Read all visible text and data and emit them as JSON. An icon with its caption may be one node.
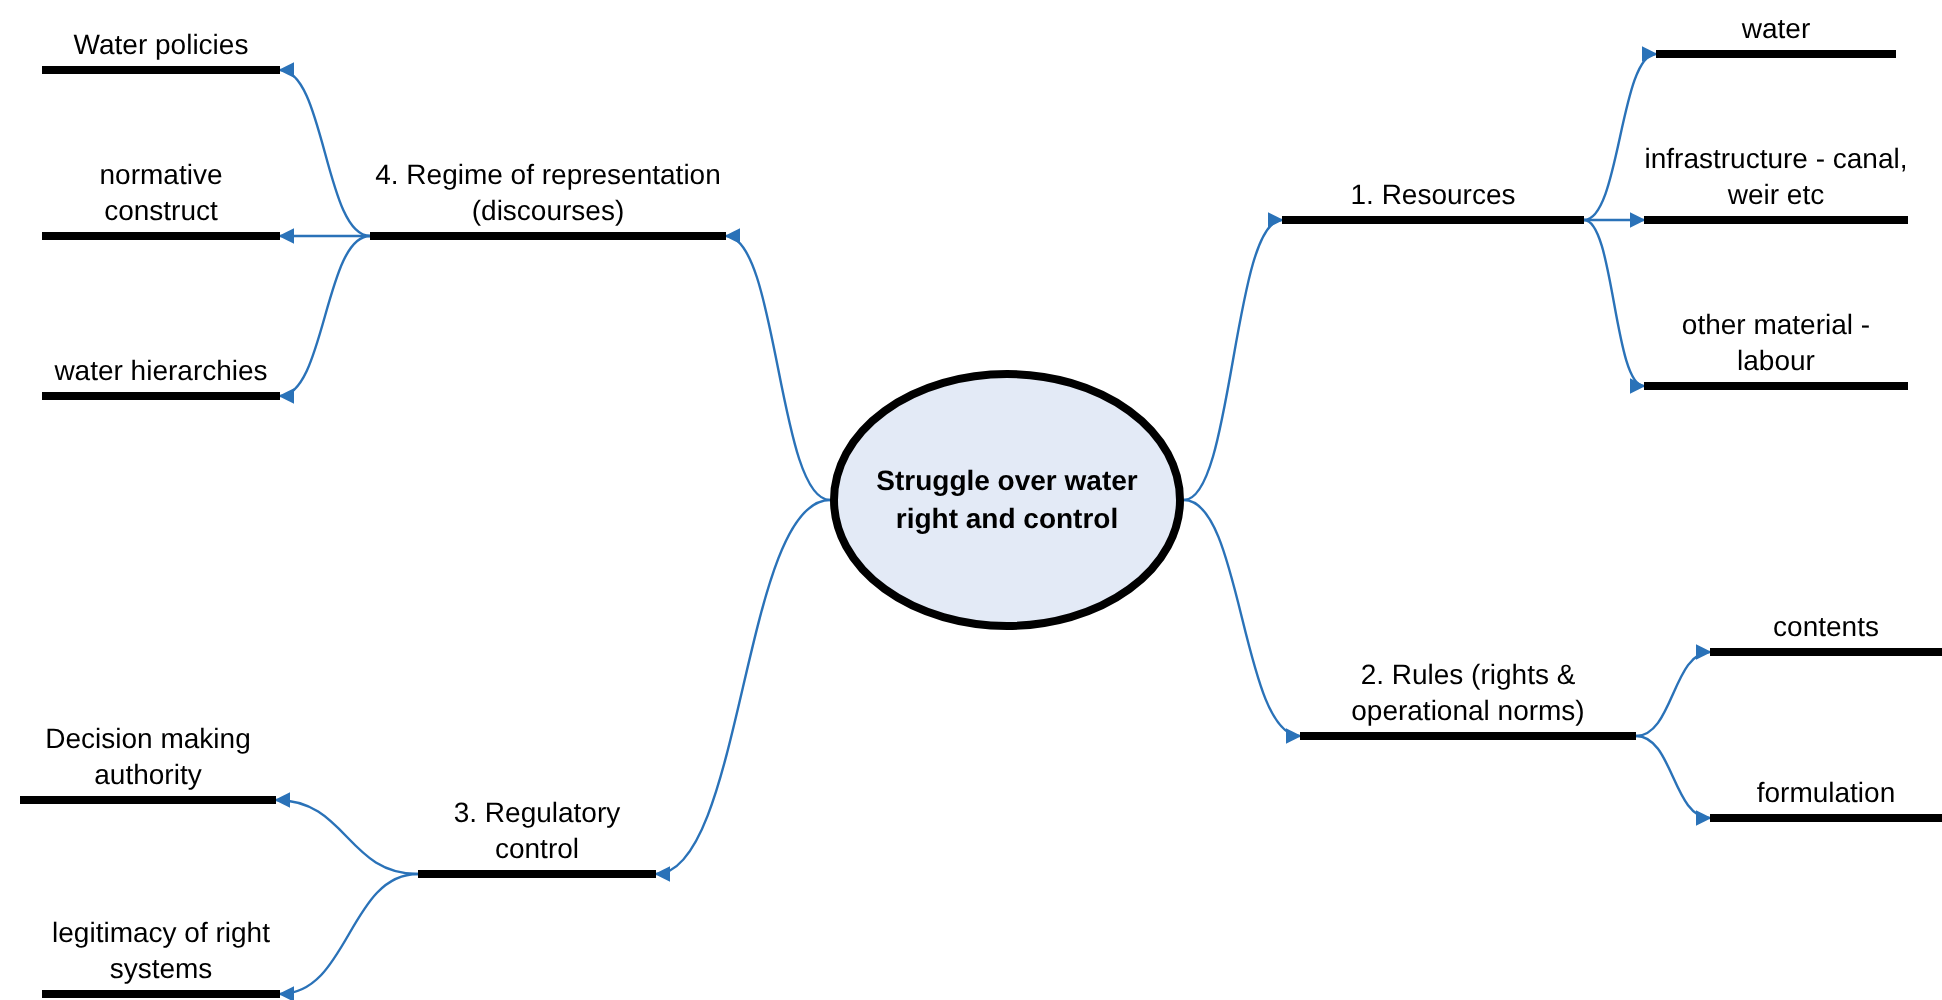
{
  "diagram": {
    "nodes": [
      {
        "text": [
          "Struggle over water right and control"
        ]
      },
      {
        "text": [
          "1. Resources"
        ]
      },
      {
        "text": [
          "water"
        ]
      },
      {
        "text": [
          "infrastructure - canal, weir etc"
        ]
      },
      {
        "text": [
          "other material - labour"
        ]
      },
      {
        "text": [
          "2. Rules (rights & operational norms)"
        ]
      },
      {
        "text": [
          "contents"
        ]
      },
      {
        "text": [
          "formulation"
        ]
      },
      {
        "text": [
          "3. Regulatory control"
        ]
      },
      {
        "text": [
          "Decision making authority"
        ]
      },
      {
        "text": [
          "legitimacy of right systems"
        ]
      },
      {
        "text": [
          "4. Regime of representation (discourses)"
        ]
      },
      {
        "text": [
          "Water policies"
        ]
      },
      {
        "text": [
          "normative construct"
        ]
      },
      {
        "text": [
          "water hierarchies"
        ]
      }
    ],
    "edges": [
      {
        "from": 0,
        "to": 1,
        "arrow": "to"
      },
      {
        "from": 1,
        "to": 2,
        "arrow": "to"
      },
      {
        "from": 1,
        "to": 3,
        "arrow": "to"
      },
      {
        "from": 1,
        "to": 4,
        "arrow": "to"
      },
      {
        "from": 0,
        "to": 5,
        "arrow": "to"
      },
      {
        "from": 5,
        "to": 6,
        "arrow": "to"
      },
      {
        "from": 5,
        "to": 7,
        "arrow": "to"
      },
      {
        "from": 0,
        "to": 8,
        "arrow": "to"
      },
      {
        "from": 8,
        "to": 9,
        "arrow": "to"
      },
      {
        "from": 8,
        "to": 10,
        "arrow": "to"
      },
      {
        "from": 0,
        "to": 11,
        "arrow": "to"
      },
      {
        "from": 11,
        "to": 12,
        "arrow": "to"
      },
      {
        "from": 11,
        "to": 13,
        "arrow": "to"
      },
      {
        "from": 11,
        "to": 14,
        "arrow": "to"
      }
    ]
  }
}
